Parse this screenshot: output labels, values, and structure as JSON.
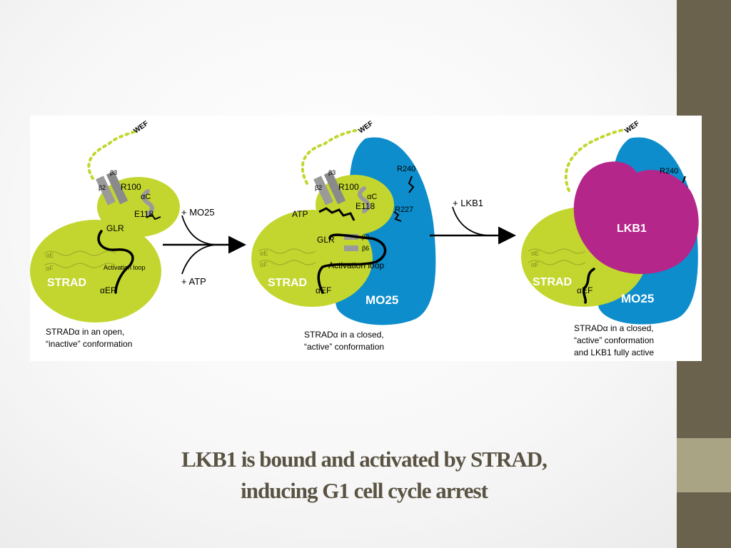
{
  "slide": {
    "title_line1": "LKB1 is bound and activated by STRAD,",
    "title_line2": "inducing G1 cell cycle arrest"
  },
  "colors": {
    "strad": "#c3d62f",
    "mo25": "#0d8dcb",
    "lkb1": "#b5268b",
    "sidebar_dark": "#6a624d",
    "sidebar_light": "#a9a483"
  },
  "panel1": {
    "wef": "WEF",
    "b3": "β3",
    "b2": "β2",
    "r100": "R100",
    "ac": "αC",
    "e118": "E118",
    "glr": "GLR",
    "ae": "αE",
    "af": "αF",
    "activation_loop": "Activation loop",
    "strad": "STRAD",
    "aef": "αEF",
    "caption_line1": "STRADα in an open,",
    "caption_line2": "“inactive” conformation"
  },
  "arrow1": {
    "top_label": "+ MO25",
    "bottom_label": "+ ATP"
  },
  "panel2": {
    "wef": "WEF",
    "b3": "β3",
    "b2": "β2",
    "r100": "R100",
    "ac": "αC",
    "e118": "E118",
    "atp": "ATP",
    "r240": "R240",
    "r227": "R227",
    "glr": "GLR",
    "b9": "β9",
    "b6": "β6",
    "ae": "αE",
    "af": "αF",
    "activation_loop": "Activation loop",
    "strad": "STRAD",
    "aef": "αEF",
    "mo25": "MO25",
    "caption_line1": "STRADα in a closed,",
    "caption_line2": "“active” conformation"
  },
  "arrow2": {
    "label": "+ LKB1"
  },
  "panel3": {
    "wef": "WEF",
    "r240": "R240",
    "lkb1": "LKB1",
    "ae": "αE",
    "af": "αF",
    "strad": "STRAD",
    "aef": "αEF",
    "mo25": "MO25",
    "caption_line1": "STRADα in a closed,",
    "caption_line2": "“active” conformation",
    "caption_line3": "and LKB1 fully active"
  }
}
